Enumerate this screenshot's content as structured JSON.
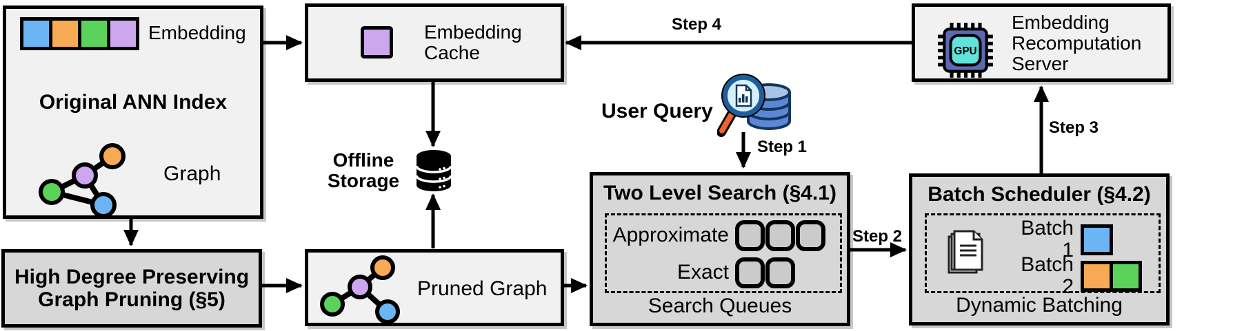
{
  "colors": {
    "node_blue": "#6cb5f5",
    "node_orange": "#f6aa54",
    "node_green": "#5bd35b",
    "node_purple": "#cda6f0",
    "box_light": "#f1f1f1",
    "box_gray": "#d7d7d7",
    "queue_slot_gray": "#cbcbcb",
    "gpu_chip_body": "#5b6ab2",
    "gpu_chip_screen": "#60e3da",
    "query_db_blue": "#5b87d5",
    "query_db_top": "#a9c3e8",
    "magnifier_rim": "#1d5f9e",
    "magnifier_lens": "#d6f0fa",
    "magnifier_handle": "#ee6331"
  },
  "ann_index": {
    "embedding_label": "Embedding",
    "title": "Original ANN Index",
    "graph_label": "Graph"
  },
  "embedding_cache": {
    "title": "Embedding Cache"
  },
  "recomputation_server": {
    "title": "Embedding Recomputation Server",
    "gpu_label": "GPU"
  },
  "offline_storage": {
    "label": "Offline Storage"
  },
  "user_query": {
    "label": "User Query"
  },
  "steps": {
    "step1": "Step 1",
    "step2": "Step 2",
    "step3": "Step 3",
    "step4": "Step 4"
  },
  "two_level_search": {
    "title": "Two Level Search (§4.1)",
    "rows": [
      {
        "label": "Approximate",
        "slots": 3
      },
      {
        "label": "Exact",
        "slots": 2
      }
    ],
    "footer": "Search Queues"
  },
  "batch_scheduler": {
    "title": "Batch Scheduler (§4.2)",
    "batches": [
      {
        "label": "Batch 1",
        "chips": [
          "blue"
        ]
      },
      {
        "label": "Batch 2",
        "chips": [
          "orange",
          "green"
        ]
      }
    ],
    "footer": "Dynamic Batching"
  },
  "graph_pruning": {
    "title": "High Degree Preserving Graph Pruning (§5)"
  },
  "pruned_graph": {
    "label": "Pruned Graph"
  }
}
